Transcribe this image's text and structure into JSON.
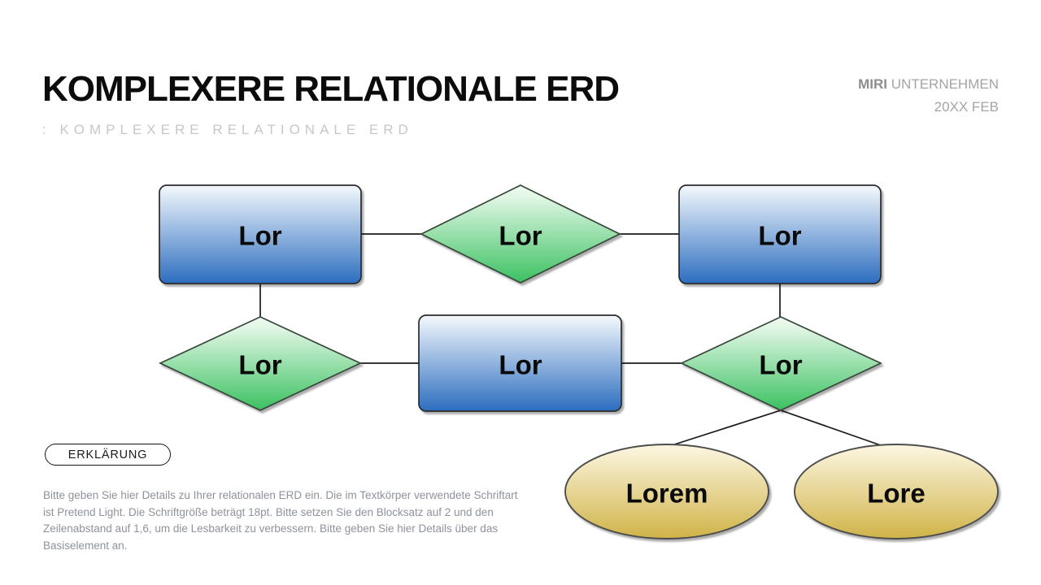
{
  "slide": {
    "title": "KOMPLEXERE RELATIONALE ERD",
    "subtitle": ": KOMPLEXERE RELATIONALE ERD",
    "company_bold": "MIRI",
    "company_rest": "UNTERNEHMEN",
    "date": "20XX FEB"
  },
  "diagram": {
    "type": "entity-relationship",
    "nodes": {
      "entity_top_left": {
        "label": "Lor",
        "shape": "rectangle"
      },
      "relation_top": {
        "label": "Lor",
        "shape": "diamond"
      },
      "entity_top_right": {
        "label": "Lor",
        "shape": "rectangle"
      },
      "relation_mid_left": {
        "label": "Lor",
        "shape": "diamond"
      },
      "entity_mid": {
        "label": "Lor",
        "shape": "rectangle"
      },
      "relation_mid_right": {
        "label": "Lor",
        "shape": "diamond"
      },
      "attribute_left": {
        "label": "Lorem",
        "shape": "ellipse"
      },
      "attribute_right": {
        "label": "Lore",
        "shape": "ellipse"
      }
    },
    "edges": [
      {
        "from": "entity_top_left",
        "to": "relation_top"
      },
      {
        "from": "relation_top",
        "to": "entity_top_right"
      },
      {
        "from": "entity_top_left",
        "to": "relation_mid_left"
      },
      {
        "from": "entity_top_right",
        "to": "relation_mid_right"
      },
      {
        "from": "relation_mid_left",
        "to": "entity_mid"
      },
      {
        "from": "entity_mid",
        "to": "relation_mid_right"
      },
      {
        "from": "relation_mid_right",
        "to": "attribute_left"
      },
      {
        "from": "relation_mid_right",
        "to": "attribute_right"
      }
    ]
  },
  "legend": {
    "button_label": "ERKLÄRUNG",
    "description": "Bitte geben Sie hier Details zu Ihrer relationalen ERD ein. Die im Textkörper verwendete Schriftart ist Pretend Light. Die Schriftgröße beträgt 18pt. Bitte setzen Sie den Blocksatz auf 2 und den Zeilenabstand auf 1,6, um die Lesbarkeit zu verbessern. Bitte geben Sie hier Details über das Basiselement an."
  },
  "colors": {
    "entity_gradient_top": "#f4f8fc",
    "entity_gradient_mid": "#dce8f5",
    "entity_gradient_bottom": "#2c6dbf",
    "relation_gradient_top": "#f2fbf3",
    "relation_gradient_mid": "#e0f6e4",
    "relation_gradient_bottom": "#3bc161",
    "attribute_gradient_top": "#fbf6e2",
    "attribute_gradient_mid": "#f7efd0",
    "attribute_gradient_bottom": "#d0b348",
    "connector": "#1a1a1a"
  }
}
